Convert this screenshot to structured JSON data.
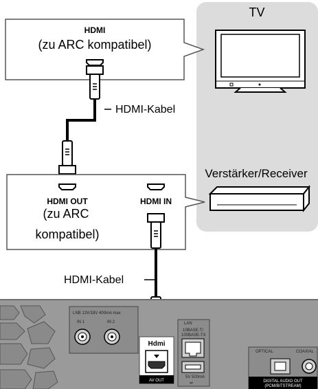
{
  "tv": {
    "label": "TV",
    "callout_title": "HDMI",
    "callout_subtitle": "(zu ARC kompatibel)"
  },
  "cable_top_label": "HDMI-Kabel",
  "receiver": {
    "label": "Verstärker/Receiver",
    "hdmi_out_label": "HDMI OUT",
    "hdmi_out_note_line1": "(zu ARC",
    "hdmi_out_note_line2": "kompatibel)",
    "hdmi_in_label": "HDMI IN"
  },
  "cable_bottom_label": "HDMI-Kabel",
  "back_panel": {
    "lnb_label": "LNB 13V/18V 400mA max",
    "in1_label": "IN 1",
    "in2_label": "IN 2",
    "lan_label": "LAN",
    "lan_spec_line1": "10BASE-T/",
    "lan_spec_line2": "100BASE-TX",
    "usb_spec": "5V 500mA",
    "hdmi_logo": "Hdmi",
    "av_out_label": "AV OUT",
    "optical_label": "OPTICAL",
    "coaxial_label": "COAXIAL",
    "digital_audio_line1": "DIGITAL AUDIO OUT",
    "digital_audio_line2": "(PCM/BITSTREAM)"
  },
  "colors": {
    "tv_area": "#dcdcdc",
    "panel": "#9a9a9a",
    "panel_dark": "#6e6e6e",
    "cable": "#000000"
  }
}
